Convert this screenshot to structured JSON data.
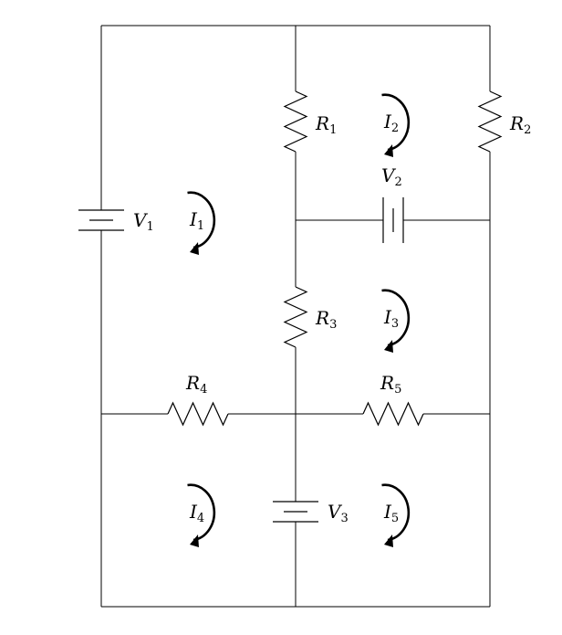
{
  "circuit": {
    "resistors": {
      "r1": {
        "symbol": "R",
        "index": "1"
      },
      "r2": {
        "symbol": "R",
        "index": "2"
      },
      "r3": {
        "symbol": "R",
        "index": "3"
      },
      "r4": {
        "symbol": "R",
        "index": "4"
      },
      "r5": {
        "symbol": "R",
        "index": "5"
      }
    },
    "sources": {
      "v1": {
        "symbol": "V",
        "index": "1"
      },
      "v2": {
        "symbol": "V",
        "index": "2"
      },
      "v3": {
        "symbol": "V",
        "index": "3"
      }
    },
    "loop_currents": {
      "i1": {
        "symbol": "I",
        "index": "1",
        "direction": "clockwise"
      },
      "i2": {
        "symbol": "I",
        "index": "2",
        "direction": "clockwise"
      },
      "i3": {
        "symbol": "I",
        "index": "3",
        "direction": "clockwise"
      },
      "i4": {
        "symbol": "I",
        "index": "4",
        "direction": "clockwise"
      },
      "i5": {
        "symbol": "I",
        "index": "5",
        "direction": "clockwise"
      }
    }
  }
}
